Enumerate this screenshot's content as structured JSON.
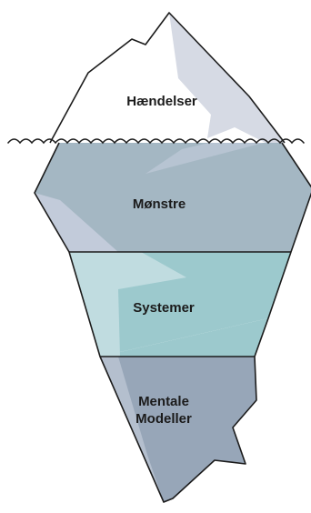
{
  "iceberg": {
    "levels": [
      {
        "label": "Hændelser"
      },
      {
        "label": "Mønstre"
      },
      {
        "label": "Systemer"
      },
      {
        "label": "Mentale\nModeller"
      }
    ],
    "colors": {
      "tip_fill": "#ffffff",
      "tip_shadow": "#d6dae4",
      "patterns_fill": "#a4b7c3",
      "patterns_shadow": "#c2cbda",
      "systems_fill": "#9cc9cd",
      "systems_shadow": "#c0dce0",
      "models_fill": "#97a6b8",
      "models_shadow": "#b4bfce",
      "outline": "#1c1c1c"
    }
  }
}
